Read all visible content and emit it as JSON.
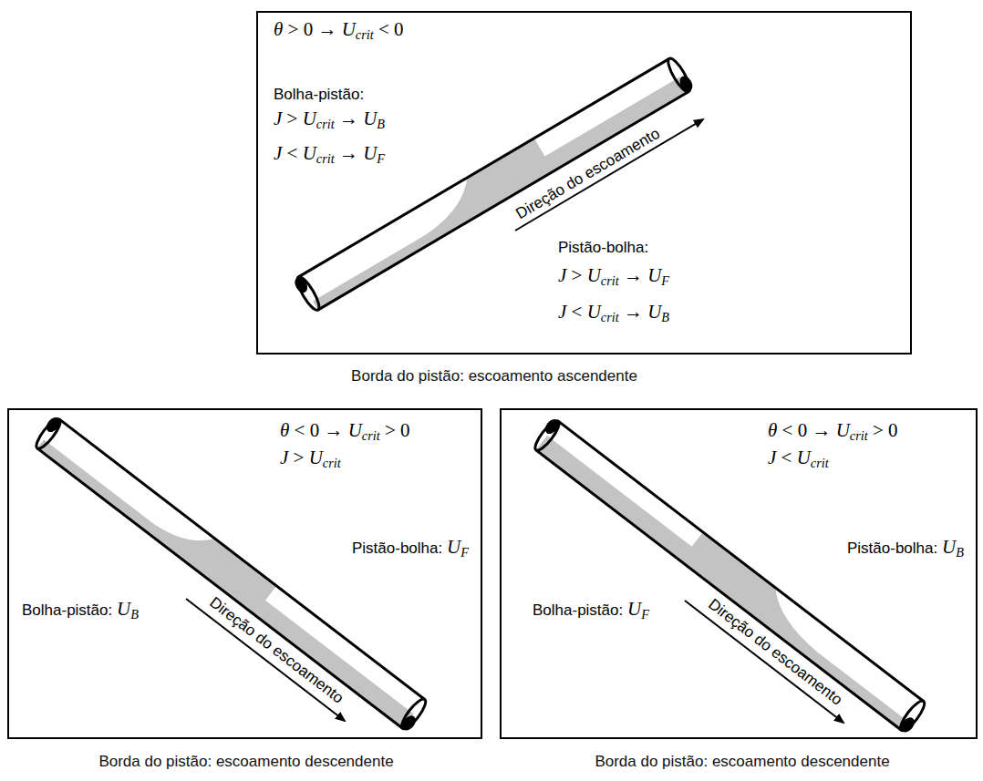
{
  "diagram": {
    "nodes": [
      {
        "text": [
          "θ > 0 → Ucrit < 0",
          "Bolha-pistão:",
          "J > Ucrit → UB",
          "J < Ucrit → UF",
          "Pistão-bolha:",
          "J > Ucrit → UF",
          "J < Ucrit → UB",
          "Direção do escoamento",
          "Borda do pistão: escoamento ascendente"
        ]
      },
      {
        "text": [
          "θ < 0 → Ucrit > 0",
          "J > Ucrit",
          "Pistão-bolha: UF",
          "Bolha-pistão: UB",
          "Direção do escoamento",
          "Borda do pistão: escoamento descendente"
        ]
      },
      {
        "text": [
          "θ < 0 → Ucrit > 0",
          "J < Ucrit",
          "Pistão-bolha: UB",
          "Bolha-pistão: UF",
          "Direção do escoamento",
          "Borda do pistão: escoamento descendente"
        ]
      }
    ]
  }
}
